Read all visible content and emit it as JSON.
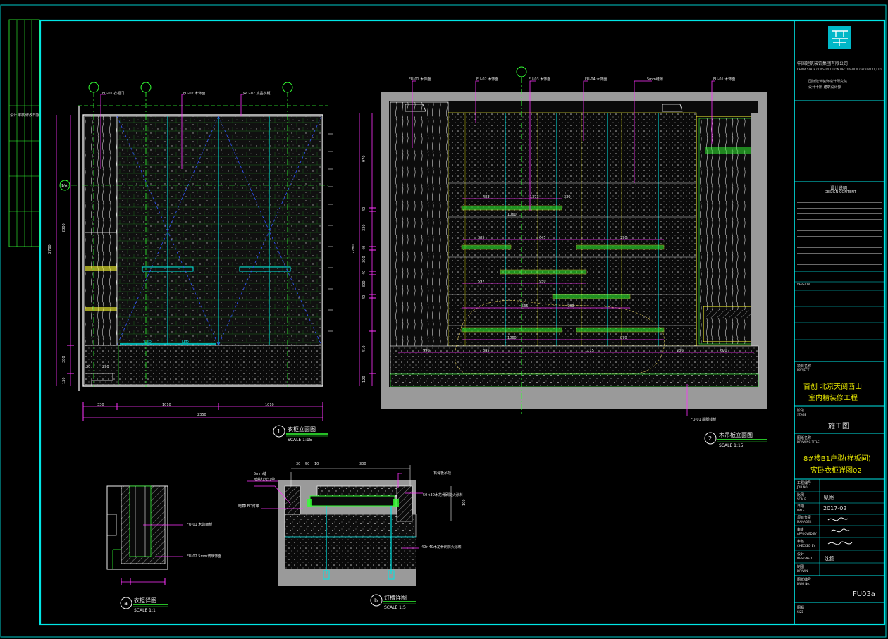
{
  "colors": {
    "frame": "#00e6e6",
    "green": "#33ff33",
    "magenta": "#ff33ff",
    "blue": "#3355ff",
    "yellow": "#ffff33",
    "white": "#f0f0f0",
    "gray": "#9a9a9a"
  },
  "titleblock": {
    "logo_icon": "company-logo-icon",
    "company_cn": "中国建筑装饰集团有限公司",
    "company_en": "CHINA STATE CONSTRUCTION DECORATION GROUP CO.,LTD",
    "company_sub1": "国际建筑装饰设计研究院",
    "company_sub2": "设计十所·建筑设计部",
    "design_content_cn": "设计说明",
    "design_content_en": "DESIGN CONTENT",
    "version_label": "VERSION",
    "project_label_cn": "项目名称",
    "project_label_en": "PROJECT",
    "project_line1": "首创 北京天阅西山",
    "project_line2": "室内精装修工程",
    "stage_label_cn": "阶段",
    "stage_label_en": "STAGE",
    "stage_value": "施工图",
    "drawing_title_label_cn": "图纸名称",
    "drawing_title_label_en": "DRAWING TITLE",
    "drawing_title_line1": "8#楼B1户型(样板间)",
    "drawing_title_line2": "客卧衣柜详图02",
    "rows": [
      {
        "cn": "工程编号",
        "en": "JOB NO.",
        "value": ""
      },
      {
        "cn": "比例",
        "en": "SCALE",
        "value": "见图"
      },
      {
        "cn": "日期",
        "en": "DATE",
        "value": "2017-02"
      },
      {
        "cn": "项目负责",
        "en": "MANAGER",
        "value": ""
      },
      {
        "cn": "审定",
        "en": "APPROVED BY",
        "value": ""
      },
      {
        "cn": "审核",
        "en": "CHECKED BY",
        "value": ""
      },
      {
        "cn": "设计",
        "en": "DESIGNED",
        "value": "沈德"
      },
      {
        "cn": "制图",
        "en": "DRAWN",
        "value": ""
      }
    ],
    "drawing_no_label_cn": "图纸编号",
    "drawing_no_label_en": "DWG No.",
    "drawing_no": "FU03a",
    "size_label_cn": "图幅",
    "size_label_en": "SIZE"
  },
  "views": {
    "v1_title": "衣柜立面图",
    "v1_scale": "SCALE 1:15",
    "v1_num": "1",
    "v2_title": "木吊板立面图",
    "v2_scale": "SCALE 1:15",
    "v2_num": "2",
    "va_title": "衣柜详图",
    "va_scale": "SCALE 1:1",
    "va_num": "a",
    "vb_title": "灯槽详图",
    "vb_scale": "SCALE 1:5",
    "vb_num": "b"
  },
  "dims": {
    "v1_bottom": [
      "330",
      "1010",
      "1010"
    ],
    "v1_total": "2350",
    "v1_left_total": "2780",
    "v1_left_upper": "2300",
    "v1_left_lower": "380",
    "v1_left_base": "120",
    "v1_small": [
      "30",
      "290"
    ],
    "v1_led": [
      "LED",
      "LED"
    ],
    "v2_left": [
      "970",
      "40",
      "330",
      "40",
      "300",
      "40",
      "300",
      "40",
      "410",
      "120"
    ],
    "v2_total": "2780",
    "v2_marks": [
      "483",
      "1373",
      "330",
      "1060",
      "385",
      "645",
      "390",
      "950",
      "597",
      "565",
      "730",
      "1060",
      "870",
      "1115",
      "385",
      "730",
      "600",
      "990"
    ],
    "vb_top": [
      "30",
      "50",
      "10",
      "300"
    ],
    "vb_side": "100"
  },
  "labels": {
    "v1_tags": [
      "FU-01 衣柜门",
      "FU-02 木饰面",
      "WD-02 成品衣柜"
    ],
    "v2_tags": [
      "FU-01 木饰面",
      "FU-02 木饰面",
      "FU-03 木饰面",
      "FU-04 木饰面",
      "FU-01 木饰面"
    ],
    "v2_note": "5mm缝隙",
    "v2_bottom_tag": "FU-01 踢脚线板",
    "va_tags": [
      "FU-01 木饰面板",
      "FU-02 5mm玻璃饰面"
    ],
    "vb_left1": "5mm缝",
    "vb_left2": "暗藏灯光灯带",
    "vb_left3": "暗藏LED灯带",
    "vb_right1": "石膏板吊顶",
    "vb_right2": "50×30木龙骨刷防火涂料",
    "vb_right3": "40×40木龙骨刷防火涂料",
    "axis_tag": "1/A"
  },
  "left_strip": {
    "cells": [
      "设计",
      "审核",
      "修改",
      "日期"
    ]
  }
}
